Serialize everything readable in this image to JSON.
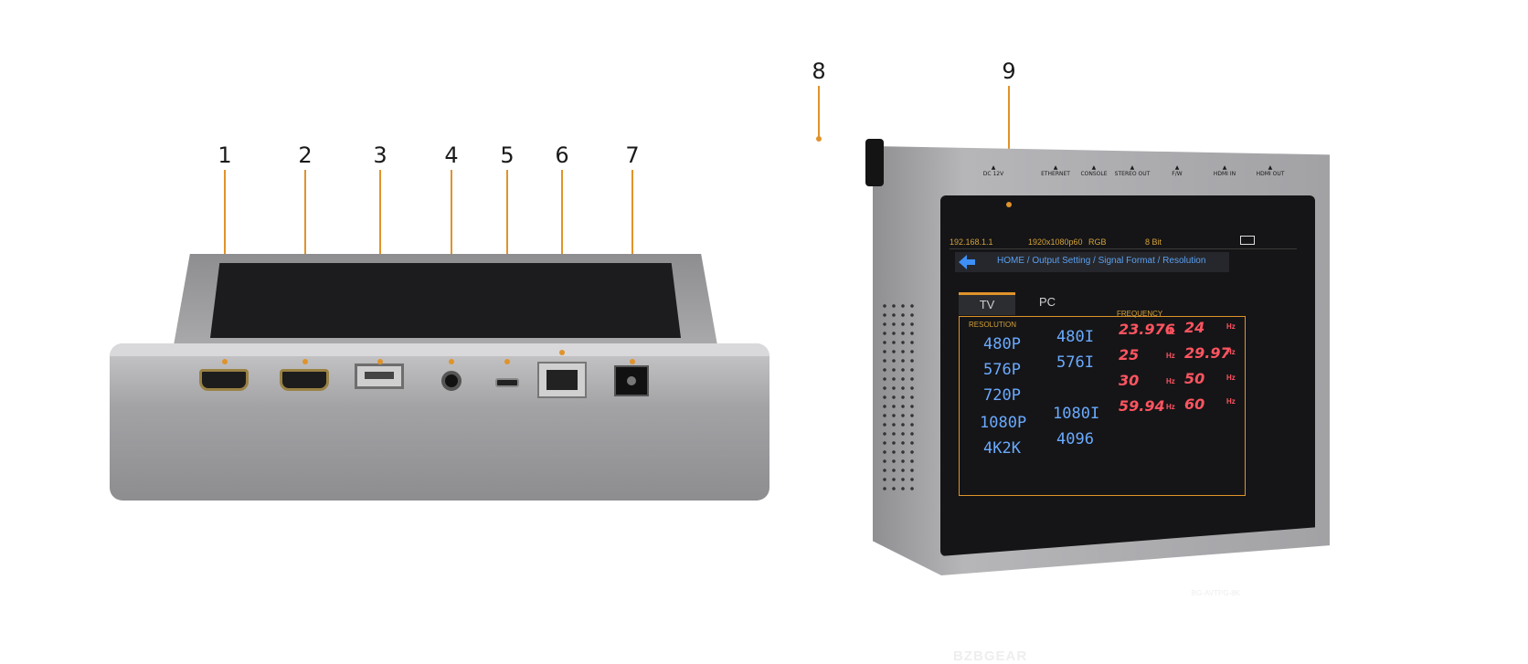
{
  "callouts": {
    "left": [
      "1",
      "2",
      "3",
      "4",
      "5",
      "6",
      "7"
    ],
    "right": [
      "8",
      "9"
    ]
  },
  "port_labels": [
    "DC 12V",
    "ETHERNET",
    "CONSOLE",
    "STEREO OUT",
    "F/W",
    "HDMI IN",
    "HDMI OUT"
  ],
  "screen": {
    "ip": "192.168.1.1",
    "resolution": "1920x1080p60",
    "color": "RGB",
    "bit": "8 Bit",
    "path": "HOME / Output Setting / Signal Format / Resolution",
    "tabs": [
      "TV",
      "PC"
    ],
    "resolution_label": "RESOLUTION",
    "frequency_label": "FREQUENCY",
    "resolutions_col1": [
      "480P",
      "576P",
      "720P",
      "1080P",
      "4K2K"
    ],
    "resolutions_col2": [
      "480I",
      "576I",
      "1080I",
      "4096"
    ],
    "frequencies": [
      "23.976",
      "24",
      "25",
      "29.97",
      "30",
      "50",
      "59.94",
      "60"
    ],
    "hz": "Hz"
  },
  "model": "BG-AVTPG-8K",
  "brand": "BZBGEAR",
  "colors": {
    "accent": "#e0932a",
    "freq": "#ff5460",
    "res": "#6aaaff"
  }
}
